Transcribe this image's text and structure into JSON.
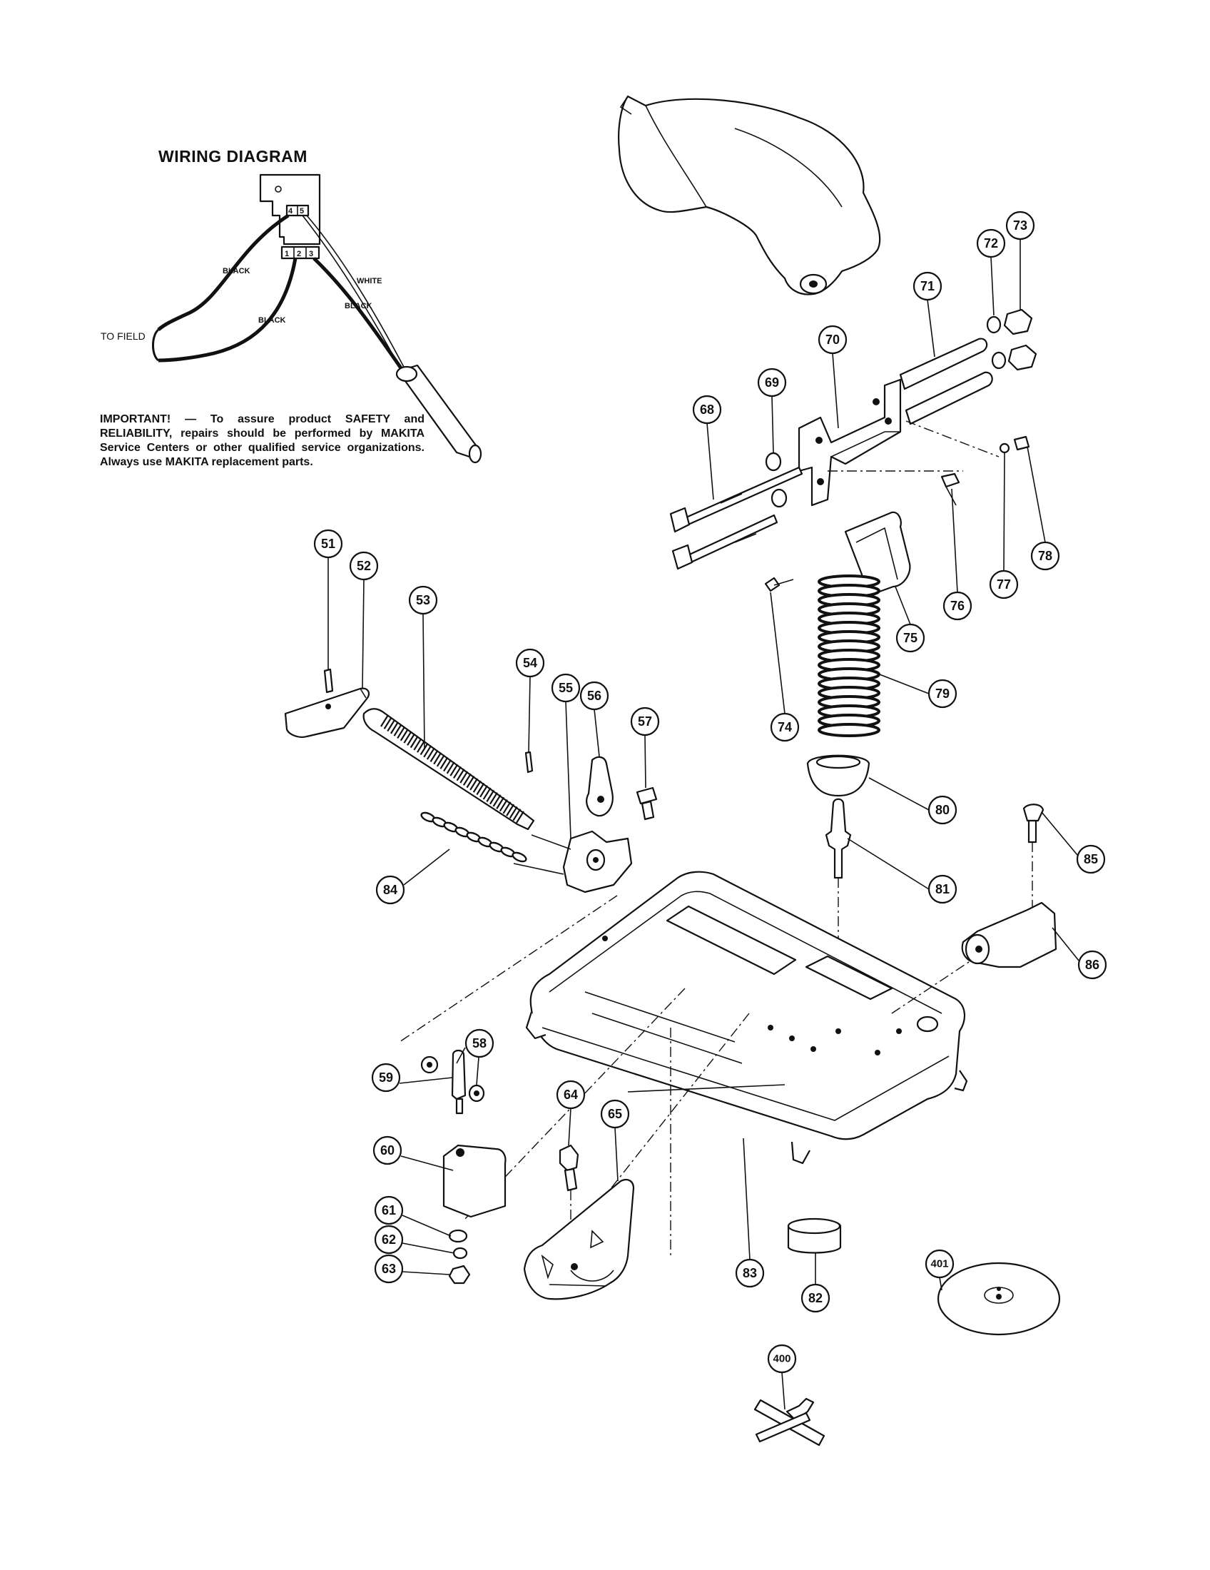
{
  "wiring": {
    "title": "WIRING DIAGRAM",
    "terminals": [
      "4",
      "5",
      "1",
      "2",
      "3"
    ],
    "wire_labels": [
      "BLACK",
      "BLACK",
      "WHITE",
      "BLACK"
    ],
    "to_field": "TO FIELD"
  },
  "notice": "IMPORTANT! — To assure product SAFETY and RELIABILITY, repairs should be performed by MAKITA Service Centers or other qualified service organizations. Always use MAKITA replacement parts.",
  "callouts": [
    "51",
    "52",
    "53",
    "54",
    "55",
    "56",
    "57",
    "58",
    "59",
    "60",
    "61",
    "62",
    "63",
    "64",
    "65",
    "68",
    "69",
    "70",
    "71",
    "72",
    "73",
    "74",
    "75",
    "76",
    "77",
    "78",
    "79",
    "80",
    "81",
    "82",
    "83",
    "84",
    "85",
    "86",
    "400",
    "401"
  ]
}
